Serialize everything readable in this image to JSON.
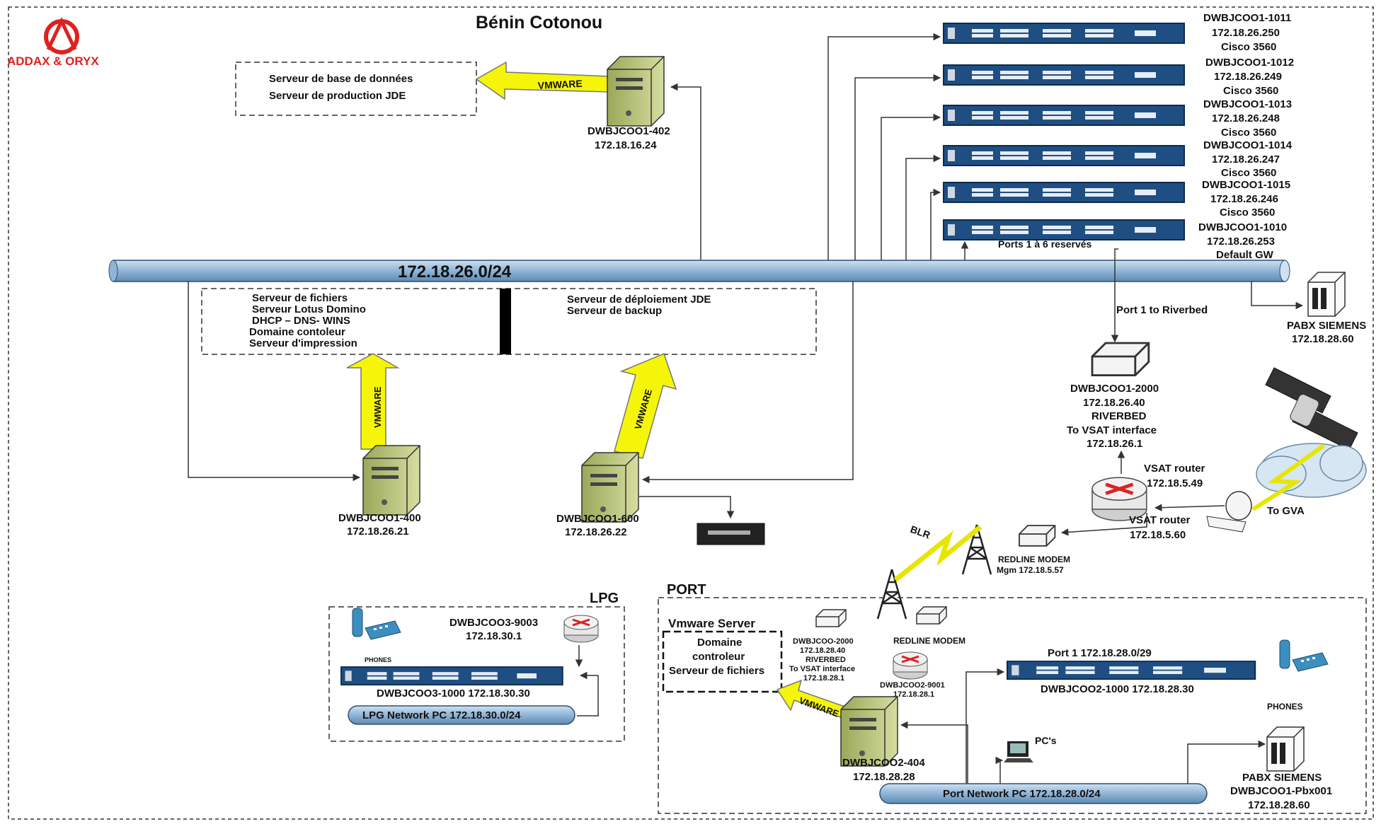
{
  "title": "Bénin Cotonou",
  "logo": {
    "text": "ADDAX & ORYX",
    "color": "#e02020"
  },
  "backbone": {
    "label": "172.18.26.0/24"
  },
  "vmware_label": "VMWARE",
  "db_box": {
    "line1": "Serveur de base de données",
    "line2": "Serveur de production JDE"
  },
  "server_402": {
    "name": "DWBJCOO1-402",
    "ip": "172.18.16.24"
  },
  "left_box": {
    "left_lines": [
      "Serveur de fichiers",
      "Serveur Lotus Domino",
      "DHCP – DNS- WINS",
      "Domaine contoleur",
      "Serveur d'impression"
    ],
    "right_lines": [
      "Serveur de déploiement JDE",
      "Serveur de backup"
    ]
  },
  "server_400": {
    "name": "DWBJCOO1-400",
    "ip": "172.18.26.21"
  },
  "server_600": {
    "name": "DWBJCOO1-600",
    "ip": "172.18.26.22"
  },
  "switches": [
    {
      "name": "DWBJCOO1-1011",
      "ip": "172.18.26.250",
      "model": "Cisco 3560"
    },
    {
      "name": "DWBJCOO1-1012",
      "ip": "172.18.26.249",
      "model": "Cisco 3560"
    },
    {
      "name": "DWBJCOO1-1013",
      "ip": "172.18.26.248",
      "model": "Cisco 3560"
    },
    {
      "name": "DWBJCOO1-1014",
      "ip": "172.18.26.247",
      "model": "Cisco 3560"
    },
    {
      "name": "DWBJCOO1-1015",
      "ip": "172.18.26.246",
      "model": "Cisco 3560"
    },
    {
      "name": "DWBJCOO1-1010",
      "ip": "172.18.26.253",
      "model": "Default GW"
    }
  ],
  "ports_reserved": "Ports 1 à 6 reservés",
  "port1_riverbed": "Port 1 to Riverbed",
  "pabx_main": {
    "name": "PABX SIEMENS",
    "ip": "172.18.28.60"
  },
  "riverbed_main": {
    "lines": [
      "DWBJCOO1-2000",
      "172.18.26.40",
      "RIVERBED",
      "To VSAT interface",
      "172.18.26.1"
    ]
  },
  "vsat_router": {
    "label1": "VSAT router",
    "ip1": "172.18.5.49",
    "label2": "VSAT router",
    "ip2": "172.18.5.60"
  },
  "to_gva": "To GVA",
  "blr": "BLR",
  "redline_modem_1": {
    "label": "REDLINE MODEM",
    "mgm": "Mgm 172.18.5.57"
  },
  "lpg": {
    "title": "LPG",
    "router_name": "DWBJCOO3-9003",
    "router_ip": "172.18.30.1",
    "phones": "PHONES",
    "switch_label": "DWBJCOO3-1000 172.18.30.30",
    "network_label": "LPG Network  PC 172.18.30.0/24"
  },
  "port": {
    "title": "PORT",
    "vmware_server": "Vmware Server",
    "vm_box": [
      "Domaine",
      "controleur",
      "Serveur de fichiers"
    ],
    "riverbed_lines": [
      "DWBJCOO-2000",
      "172.18.28.40",
      "RIVERBED",
      "To VSAT interface",
      "172.18.28.1"
    ],
    "redline_modem_2": "REDLINE MODEM",
    "router_name": "DWBJCOO2-9001",
    "router_ip": "172.18.28.1",
    "port1_label": "Port 1 172.18.28.0/29",
    "switch_label": "DWBJCOO2-1000 172.18.28.30",
    "phones": "PHONES",
    "pcs": "PC's",
    "server_name": "DWBJCOO2-404",
    "server_ip": "172.18.28.28",
    "network_label": "Port Network  PC 172.18.28.0/24",
    "pabx": {
      "line1": "PABX SIEMENS",
      "line2": "DWBJCOO1-Pbx001",
      "line3": "172.18.28.60"
    }
  }
}
